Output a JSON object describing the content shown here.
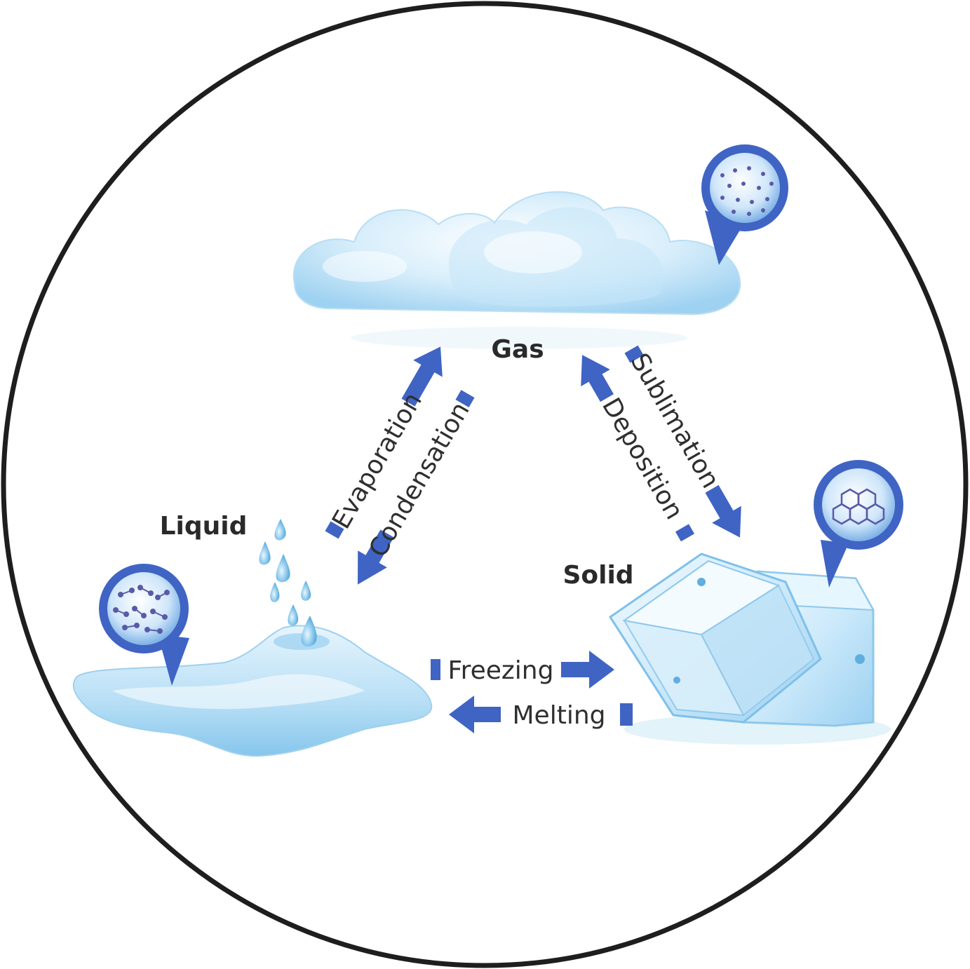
{
  "states": {
    "gas": "Gas",
    "liquid": "Liquid",
    "solid": "Solid"
  },
  "processes": {
    "evaporation": "Evaporation",
    "condensation": "Condensation",
    "sublimation": "Sublimation",
    "deposition": "Deposition",
    "freezing": "Freezing",
    "melting": "Melting"
  },
  "colors": {
    "arrow": "#3f64c4",
    "water": "#aad6f0",
    "water_dark": "#5faee0",
    "outline": "#1e1e1e",
    "molecule": "#5a5aa8"
  }
}
